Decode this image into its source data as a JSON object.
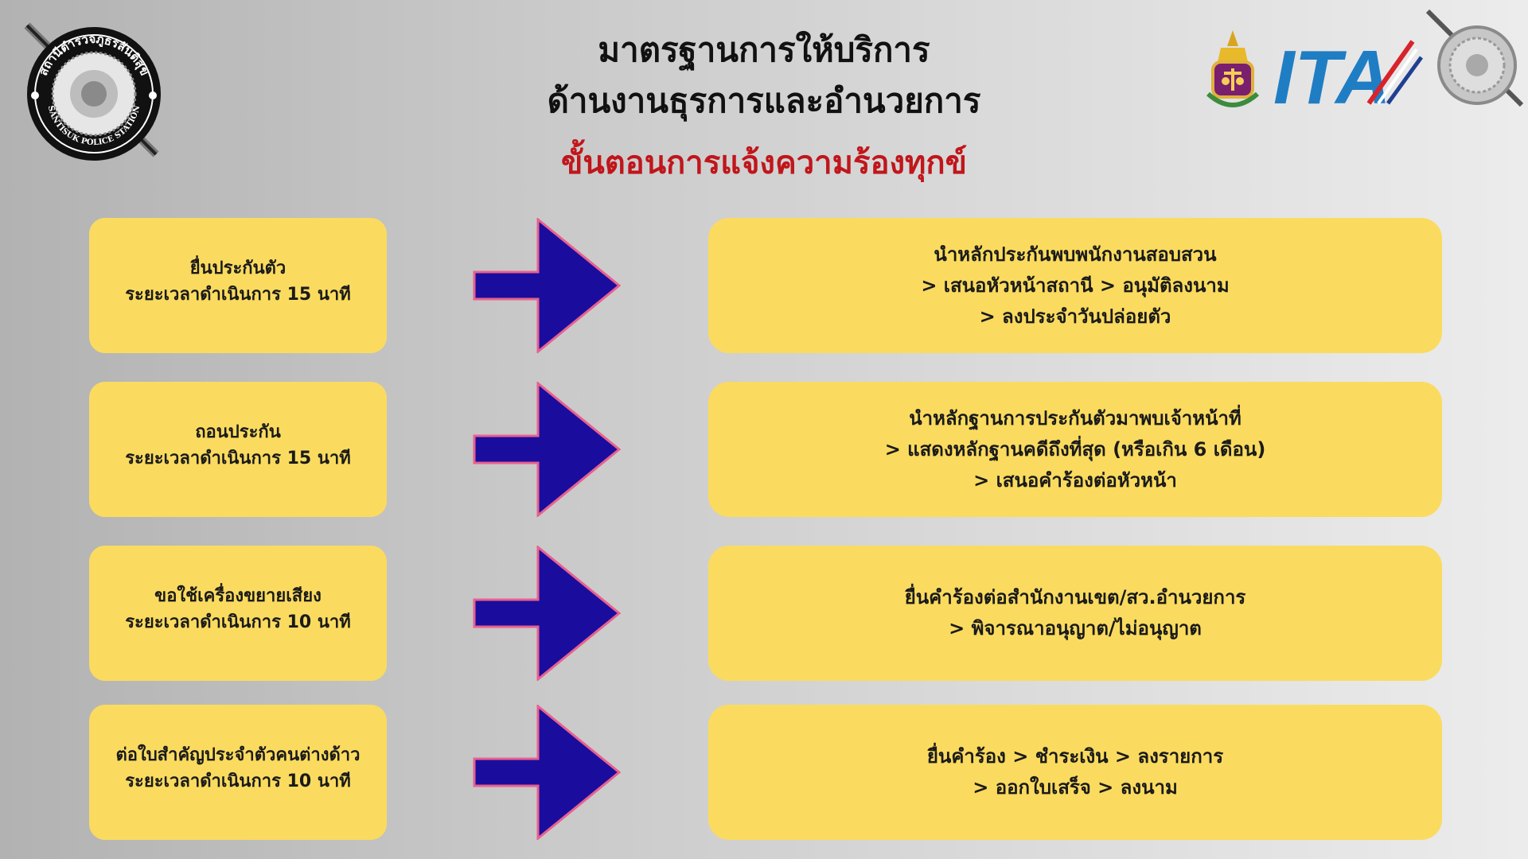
{
  "header": {
    "title_line1": "มาตรฐานการให้บริการ",
    "title_line2": "ด้านงานธุรการและอำนวยการ",
    "subtitle": "ขั้นตอนการแจ้งความร้องทุกข์"
  },
  "logos": {
    "station_seal": "สถานีตำรวจภูธรสันติสุข",
    "station_seal_en": "SANTISUK POLICE STATION",
    "ita": "ITA"
  },
  "steps": [
    {
      "service": "ยื่นประกันตัว",
      "duration": "ระยะเวลาดำเนินการ 15 นาที",
      "procedure": [
        "นำหลักประกันพบพนักงานสอบสวน",
        "> เสนอหัวหน้าสถานี > อนุมัติลงนาม",
        "> ลงประจำวันปล่อยตัว"
      ]
    },
    {
      "service": "ถอนประกัน",
      "duration": "ระยะเวลาดำเนินการ 15 นาที",
      "procedure": [
        "นำหลักฐานการประกันตัวมาพบเจ้าหน้าที่",
        "> แสดงหลักฐานคดีถึงที่สุด (หรือเกิน 6 เดือน)",
        "> เสนอคำร้องต่อหัวหน้า"
      ]
    },
    {
      "service": "ขอใช้เครื่องขยายเสียง",
      "duration": "ระยะเวลาดำเนินการ 10 นาที",
      "procedure": [
        "ยื่นคำร้องต่อสำนักงานเขต/สว.อำนวยการ",
        "> พิจารณาอนุญาต/ไม่อนุญาต"
      ]
    },
    {
      "service": "ต่อใบสำคัญประจำตัวคนต่างด้าว",
      "duration": "ระยะเวลาดำเนินการ 10 นาที",
      "procedure": [
        "ยื่นคำร้อง > ชำระเงิน > ลงรายการ",
        "> ออกใบเสร็จ > ลงนาม"
      ]
    }
  ],
  "colors": {
    "box": "#fadb5f",
    "arrow_fill": "#1a0d9e",
    "arrow_outline": "#e8608f",
    "subtitle": "#c0161b"
  }
}
